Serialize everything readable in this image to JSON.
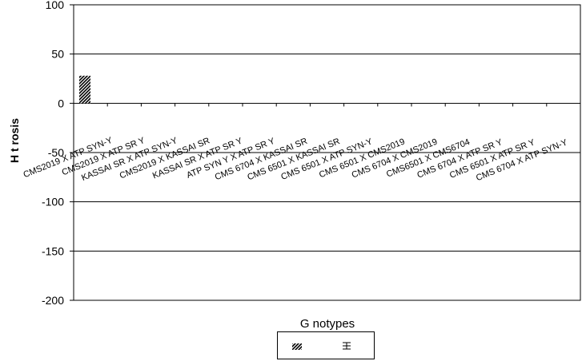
{
  "chart_data": {
    "type": "bar",
    "title": "",
    "xlabel": "G notypes",
    "ylabel": "H t rosis",
    "ylim": [
      -200,
      100
    ],
    "yticks": [
      100,
      50,
      0,
      -50,
      -100,
      -150,
      -200
    ],
    "grid": true,
    "legend_position": "bottom",
    "categories": [
      "CMS2019 X ATP SYN-Y",
      "CMS2019 X ATP SR Y",
      "KASSAI SR X ATP SYN-Y",
      "CMS2019 X KASSAI SR",
      "KASSAI SR X ATP SR Y",
      "ATP SYN Y X ATP SR Y",
      "CMS 6704 X KASSAI SR",
      "CMS 6501 X KASSAI SR",
      "CMS 6501 X ATP SYN-Y",
      "CMS 6501 X CMS2019",
      "CMS 6704 X CMS2019",
      "CMS6501 X CMS6704",
      "CMS 6704 X ATP SR Y",
      "CMS 6501 X ATP SR Y",
      "CMS 6704 X ATP SYN-Y"
    ],
    "series": [
      {
        "name": "",
        "values": [
          28,
          null,
          null,
          null,
          null,
          null,
          null,
          null,
          null,
          null,
          null,
          null,
          null,
          null,
          null
        ],
        "pattern": "diagonal-hatch"
      }
    ],
    "colors": {
      "bar_fill": "#000000",
      "background": "#ffffff",
      "grid": "#000000"
    }
  }
}
